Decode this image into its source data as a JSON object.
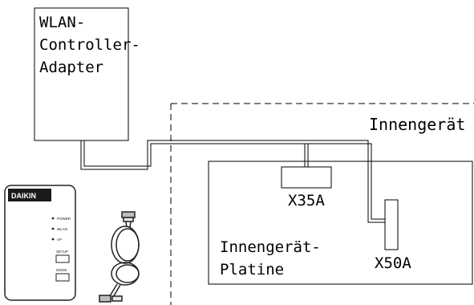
{
  "adapter": {
    "label_lines": [
      "WLAN-",
      "Controller-",
      "Adapter"
    ]
  },
  "indoor_unit": {
    "label": "Innengerät"
  },
  "board": {
    "label_lines": [
      "Innengerät-",
      "Platine"
    ]
  },
  "connectors": {
    "x35a": "X35A",
    "x50a": "X50A"
  },
  "device_photo": {
    "brand_text": "DAIKIN",
    "indicators": [
      "POWER",
      "WLAN",
      "AP",
      "SETUP",
      "MODE"
    ]
  }
}
